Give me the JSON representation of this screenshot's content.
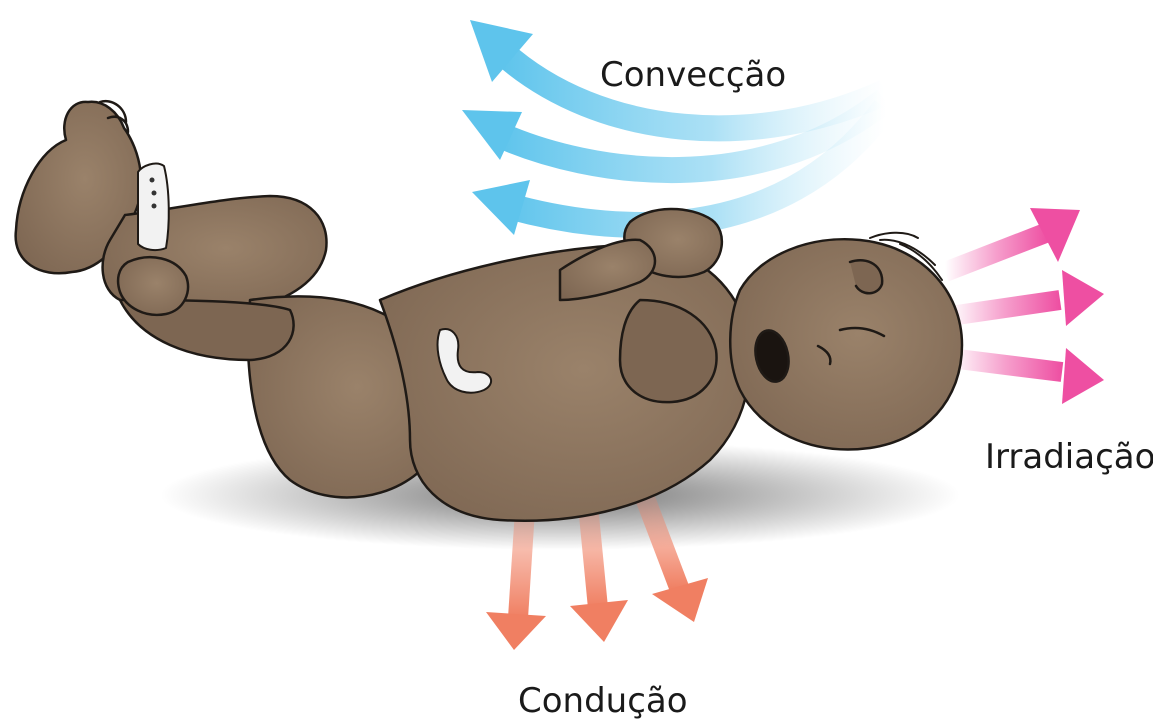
{
  "labels": {
    "convection": "Convecção",
    "radiation": "Irradiação",
    "conduction": "Condução"
  },
  "colors": {
    "convection_arrow": "#5ec4ec",
    "radiation_arrow": "#ee4fa2",
    "conduction_arrow": "#f07f62",
    "skin": "#8c735e",
    "skin_dark": "#6e5a48",
    "skin_light": "#a69075",
    "outline": "#1f1a16"
  }
}
